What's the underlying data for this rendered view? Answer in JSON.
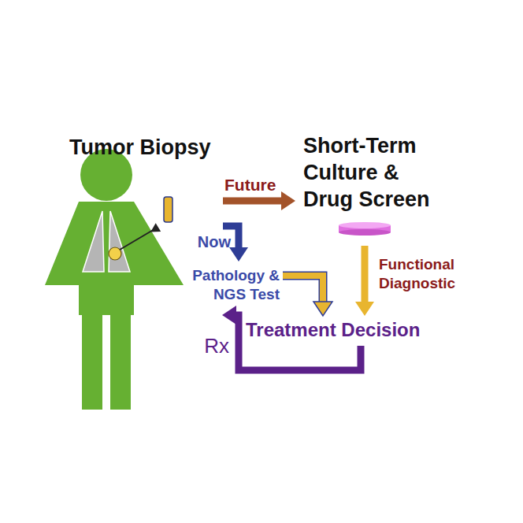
{
  "diagram": {
    "nodes": [
      {
        "text": [
          "Tumor Biopsy"
        ]
      },
      {
        "text": [
          "Short-Term Culture & Drug Screen"
        ]
      },
      {
        "text": [
          "Pathology & NGS Test"
        ]
      },
      {
        "text": [
          "Treatment Decision"
        ]
      }
    ],
    "edges": [
      {
        "from": 0,
        "to": 1,
        "label": "Future",
        "arrow": "to"
      },
      {
        "from": 0,
        "to": 2,
        "label": "Now",
        "arrow": "to"
      },
      {
        "from": 2,
        "to": 3,
        "arrow": "to"
      },
      {
        "from": 1,
        "to": 3,
        "label": "Functional Diagnostic",
        "arrow": "to"
      },
      {
        "from": 3,
        "to": 0,
        "label": "Rx",
        "arrow": "to"
      }
    ]
  }
}
